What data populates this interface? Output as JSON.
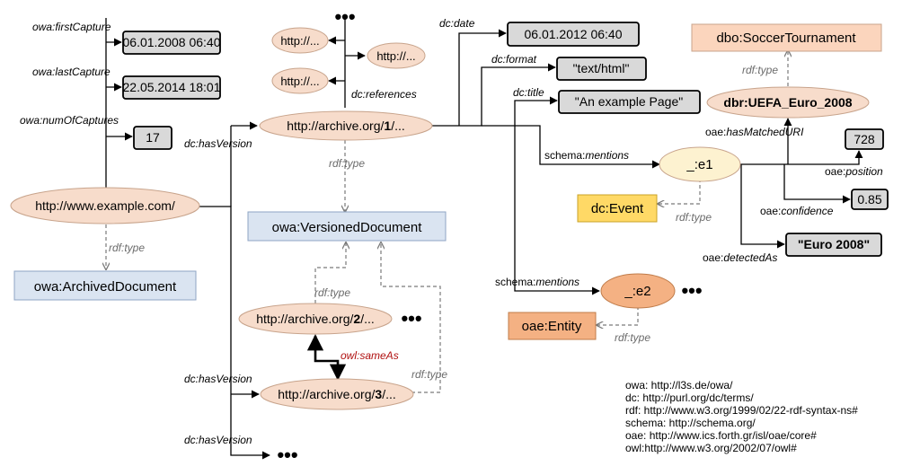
{
  "nodes": {
    "example_com": "http://www.example.com/",
    "archived_document": "owa:ArchivedDocument",
    "first_capture_value": "06.01.2008 06:40",
    "last_capture_value": "22.05.2014 18:01",
    "num_captures_value": "17",
    "archive_v1_prefix": "http://archive.org/",
    "archive_v1_num": "1",
    "archive_v1_suffix": "/...",
    "ref_1": "http://...",
    "ref_2": "http://...",
    "ref_3": "http://...",
    "versioned_document": "owa:VersionedDocument",
    "archive_v2_prefix": "http://archive.org/",
    "archive_v2_num": "2",
    "archive_v2_suffix": "/...",
    "archive_v3_prefix": "http://archive.org/",
    "archive_v3_num": "3",
    "archive_v3_suffix": "/...",
    "date_value": "06.01.2012 06:40",
    "format_value": "\"text/html\"",
    "title_value": "\"An example Page\"",
    "e1": "_:e1",
    "e2": "_:e2",
    "dc_event": "dc:Event",
    "oae_entity": "oae:Entity",
    "soccer_tournament": "dbo:SoccerTournament",
    "uefa_euro": "dbr:UEFA_Euro_2008",
    "position_value": "728",
    "confidence_value": "0.85",
    "detected_as_value": "\"Euro 2008\"",
    "ellipsis": "•••"
  },
  "edges": {
    "first_capture": "owa:firstCapture",
    "last_capture": "owa:lastCapture",
    "num_captures": "owa:numOfCaptures",
    "has_version_1": "dc:hasVersion",
    "has_version_2": "dc:hasVersion",
    "has_version_3": "dc:hasVersion",
    "rdf_type": "rdf:type",
    "references": "dc:references",
    "dc_date": "dc:date",
    "dc_format": "dc:format",
    "dc_title": "dc:title",
    "schema_prefix": "schema:",
    "mentions": "mentions",
    "same_as": "owl:sameAs",
    "oae_prefix": "oae:",
    "has_matched_uri": "hasMatchedURI",
    "position": "position",
    "confidence": "confidence",
    "detected_as": "detectedAs"
  },
  "namespaces": [
    "owa: http://l3s.de/owa/",
    "dc: http://purl.org/dc/terms/",
    "rdf: http://www.w3.org/1999/02/22-rdf-syntax-ns#",
    "schema: http://schema.org/",
    "oae: http://www.ics.forth.gr/isl/oae/core#",
    "owl:http://www.w3.org/2002/07/owl#"
  ],
  "colors": {
    "ellipse_fill": "#f7dccb",
    "ellipse_stroke": "#c8a48c",
    "class_blue": "#dae4f1",
    "class_blue_stroke": "#8fa5c4",
    "literal_gray": "#d9d9d9",
    "peach_fill": "#fbd5bd",
    "salmon_fill": "#f4b183",
    "event_yellow": "#ffd966",
    "e1_fill": "#fdf2d0",
    "same_as_red": "#b01010"
  }
}
